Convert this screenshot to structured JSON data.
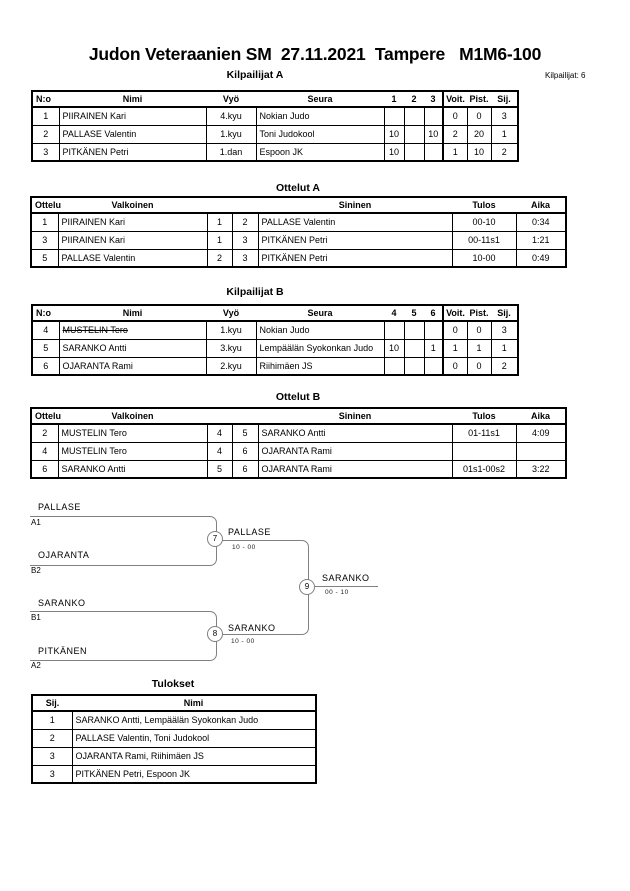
{
  "page": {
    "title": "Judon Veteraanien SM  27.11.2021  Tampere   M1M6-100",
    "competitor_count": "Kilpailijat: 6"
  },
  "colors": {
    "bracket_line": "#808080",
    "text": "#000000",
    "background": "#ffffff"
  },
  "sections": {
    "kilpailijat_a": {
      "title": "Kilpailijat A",
      "headers": {
        "no": "N:o",
        "nimi": "Nimi",
        "vyo": "Vyö",
        "seura": "Seura",
        "c1": "1",
        "c2": "2",
        "c3": "3",
        "voit": "Voit.",
        "pist": "Pist.",
        "sij": "Sij."
      },
      "rows": [
        {
          "no": "1",
          "nimi": "PIIRAINEN Kari",
          "vyo": "4.kyu",
          "seura": "Nokian Judo",
          "c1": "",
          "c2": "",
          "c3": "",
          "voit": "0",
          "pist": "0",
          "sij": "3"
        },
        {
          "no": "2",
          "nimi": "PALLASE Valentin",
          "vyo": "1.kyu",
          "seura": "Toni Judokool",
          "c1": "10",
          "c2": "",
          "c3": "10",
          "voit": "2",
          "pist": "20",
          "sij": "1"
        },
        {
          "no": "3",
          "nimi": "PITKÄNEN Petri",
          "vyo": "1.dan",
          "seura": "Espoon JK",
          "c1": "10",
          "c2": "",
          "c3": "",
          "voit": "1",
          "pist": "10",
          "sij": "2"
        }
      ]
    },
    "ottelut_a": {
      "title": "Ottelut A",
      "headers": {
        "ottelu": "Ottelu",
        "valkoinen": "Valkoinen",
        "sininen": "Sininen",
        "tulos": "Tulos",
        "aika": "Aika"
      },
      "rows": [
        {
          "ottelu": "1",
          "valkoinen": "PIIRAINEN Kari",
          "wno": "1",
          "bno": "2",
          "sininen": "PALLASE Valentin",
          "tulos": "00-10",
          "aika": "0:34"
        },
        {
          "ottelu": "3",
          "valkoinen": "PIIRAINEN Kari",
          "wno": "1",
          "bno": "3",
          "sininen": "PITKÄNEN Petri",
          "tulos": "00-11s1",
          "aika": "1:21"
        },
        {
          "ottelu": "5",
          "valkoinen": "PALLASE Valentin",
          "wno": "2",
          "bno": "3",
          "sininen": "PITKÄNEN Petri",
          "tulos": "10-00",
          "aika": "0:49"
        }
      ]
    },
    "kilpailijat_b": {
      "title": "Kilpailijat B",
      "headers": {
        "no": "N:o",
        "nimi": "Nimi",
        "vyo": "Vyö",
        "seura": "Seura",
        "c4": "4",
        "c5": "5",
        "c6": "6",
        "voit": "Voit.",
        "pist": "Pist.",
        "sij": "Sij."
      },
      "rows": [
        {
          "no": "4",
          "nimi": "MUSTELIN Tero",
          "vyo": "1.kyu",
          "seura": "Nokian Judo",
          "c4": "",
          "c5": "",
          "c6": "",
          "voit": "0",
          "pist": "0",
          "sij": "3",
          "struck": true
        },
        {
          "no": "5",
          "nimi": "SARANKO Antti",
          "vyo": "3.kyu",
          "seura": "Lempäälän Syokonkan Judo",
          "c4": "10",
          "c5": "",
          "c6": "1",
          "voit": "1",
          "pist": "1",
          "sij": "1",
          "struck": false
        },
        {
          "no": "6",
          "nimi": "OJARANTA Rami",
          "vyo": "2.kyu",
          "seura": "Riihimäen JS",
          "c4": "",
          "c5": "",
          "c6": "",
          "voit": "0",
          "pist": "0",
          "sij": "2",
          "struck": false
        }
      ]
    },
    "ottelut_b": {
      "title": "Ottelut B",
      "headers": {
        "ottelu": "Ottelu",
        "valkoinen": "Valkoinen",
        "sininen": "Sininen",
        "tulos": "Tulos",
        "aika": "Aika"
      },
      "rows": [
        {
          "ottelu": "2",
          "valkoinen": "MUSTELIN Tero",
          "wno": "4",
          "bno": "5",
          "sininen": "SARANKO Antti",
          "tulos": "01-11s1",
          "aika": "4:09"
        },
        {
          "ottelu": "4",
          "valkoinen": "MUSTELIN Tero",
          "wno": "4",
          "bno": "6",
          "sininen": "OJARANTA Rami",
          "tulos": "",
          "aika": ""
        },
        {
          "ottelu": "6",
          "valkoinen": "SARANKO Antti",
          "wno": "5",
          "bno": "6",
          "sininen": "OJARANTA Rami",
          "tulos": "01s1-00s2",
          "aika": "3:22"
        }
      ]
    },
    "bracket": {
      "entries": [
        {
          "name": "PALLASE",
          "seed": "A1"
        },
        {
          "name": "OJARANTA",
          "seed": "B2"
        },
        {
          "name": "SARANKO",
          "seed": "B1"
        },
        {
          "name": "PITKÄNEN",
          "seed": "A2"
        }
      ],
      "match7": {
        "number": "7",
        "winner": "PALLASE",
        "score": "10 - 00"
      },
      "match8": {
        "number": "8",
        "winner": "SARANKO",
        "score": "10 - 00"
      },
      "match9": {
        "number": "9",
        "winner": "SARANKO",
        "score": "00 - 10"
      }
    },
    "tulokset": {
      "title": "Tulokset",
      "headers": {
        "sij": "Sij.",
        "nimi": "Nimi"
      },
      "rows": [
        {
          "sij": "1",
          "nimi": "SARANKO Antti, Lempäälän Syokonkan Judo"
        },
        {
          "sij": "2",
          "nimi": "PALLASE Valentin, Toni Judokool"
        },
        {
          "sij": "3",
          "nimi": "OJARANTA Rami, Riihimäen JS"
        },
        {
          "sij": "3",
          "nimi": "PITKÄNEN Petri, Espoon JK"
        }
      ]
    }
  }
}
